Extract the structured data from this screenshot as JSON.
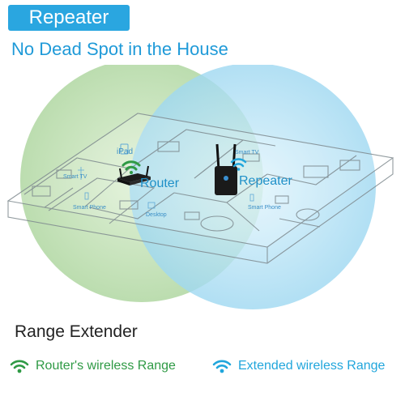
{
  "badge": "Repeater",
  "headline": "No Dead Spot in the House",
  "scene": {
    "labels": {
      "router": "Router",
      "repeater": "Repeater",
      "ipad": "iPad",
      "smart_tv_left": "Smart TV",
      "smart_tv_right": "Smart TV",
      "smart_phone_left": "Smart Phone",
      "smart_phone_right": "Smart Phone",
      "desktop": "Desktop"
    },
    "colors": {
      "router_range": "#bfe0b4",
      "extended_range": "#a9def3",
      "router_accent": "#2f9a45",
      "extended_accent": "#21a6dc"
    }
  },
  "range_title": "Range Extender",
  "legend": {
    "router": "Router's wireless Range",
    "extended": "Extended wireless Range",
    "router_icon": "wifi-icon",
    "extended_icon": "wifi-icon"
  }
}
